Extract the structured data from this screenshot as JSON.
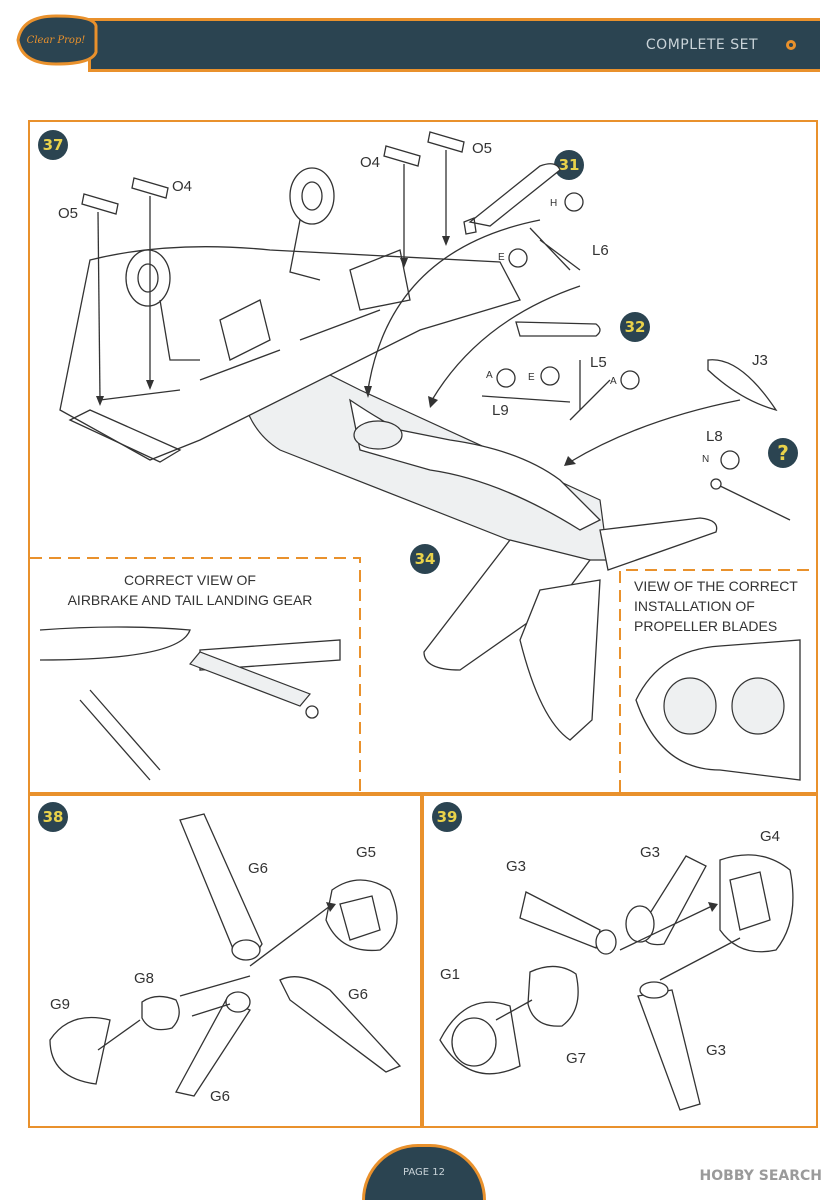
{
  "header": {
    "title": "COMPLETE SET",
    "logo_text": "Clear Prop!"
  },
  "steps": {
    "s37": "37",
    "s31": "31",
    "s32": "32",
    "s34": "34",
    "s38": "38",
    "s39": "39",
    "q": "?"
  },
  "step37_parts": {
    "o5a": "O5",
    "o4a": "O4",
    "o4b": "O4",
    "o5b": "O5",
    "l6": "L6",
    "h": "H",
    "e1": "E",
    "l5": "L5",
    "a1": "A",
    "e2": "E",
    "a2": "A",
    "l9": "L9",
    "j3": "J3",
    "l8": "L8",
    "n": "N"
  },
  "captions": {
    "airbrake_line1": "CORRECT VIEW OF",
    "airbrake_line2": "AIRBRAKE AND TAIL LANDING GEAR",
    "prop_line1": "VIEW OF THE CORRECT",
    "prop_line2": "INSTALLATION OF",
    "prop_line3": "PROPELLER BLADES"
  },
  "step38_parts": {
    "g6a": "G6",
    "g5": "G5",
    "g8": "G8",
    "g9": "G9",
    "g6b": "G6",
    "g6c": "G6"
  },
  "step39_parts": {
    "g3a": "G3",
    "g3b": "G3",
    "g4": "G4",
    "g1": "G1",
    "g7": "G7",
    "g3c": "G3"
  },
  "footer": {
    "page": "PAGE 12",
    "watermark": "HOBBY SEARCH"
  },
  "colors": {
    "accent": "#e9912c",
    "navy": "#2b4451",
    "step_text": "#e9d24a"
  }
}
